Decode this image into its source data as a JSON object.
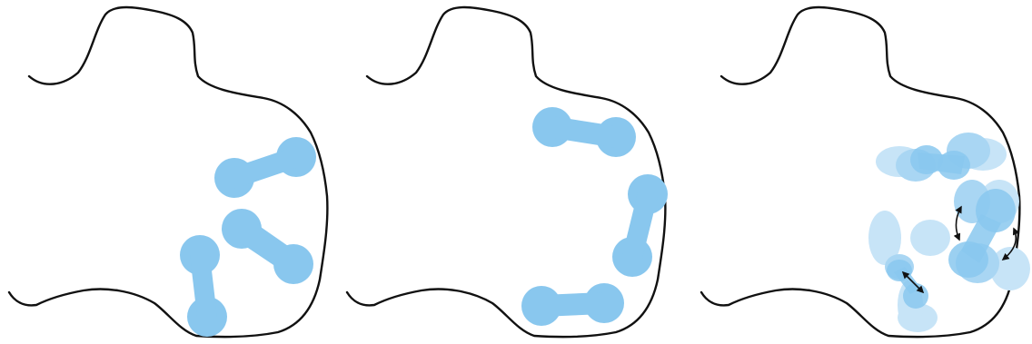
{
  "figure": {
    "panels": [
      {
        "id": "panel-1",
        "molecules": 3,
        "state": "scattered"
      },
      {
        "id": "panel-2",
        "molecules": 3,
        "state": "along-boundary"
      },
      {
        "id": "panel-3",
        "molecules": 3,
        "state": "fluctuating"
      }
    ],
    "colors": {
      "outline": "#111111",
      "molecule": "#89c7ee",
      "molecule_faint": "#c7e4f7",
      "arrow": "#111111"
    },
    "icons": [
      "double-headed-arrow-icon"
    ]
  }
}
